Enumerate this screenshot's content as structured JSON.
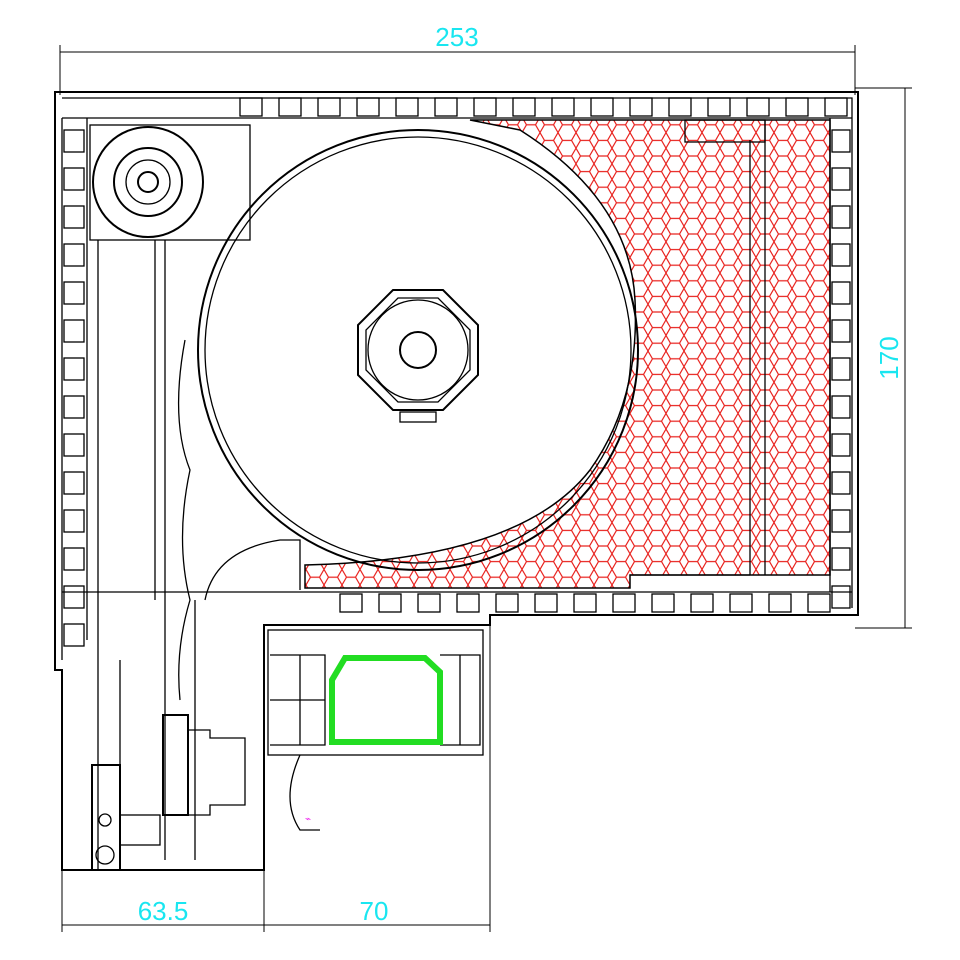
{
  "dimensions": {
    "total_width": "253",
    "total_height": "170",
    "bottom_left_width": "63.5",
    "bottom_right_width": "70"
  },
  "colors": {
    "dimension_text": "#19e6f0",
    "insulation_hatch": "#e8201c",
    "gasket_profile": "#22dd22",
    "annotation": "#ee22ee",
    "lines": "#000000"
  }
}
